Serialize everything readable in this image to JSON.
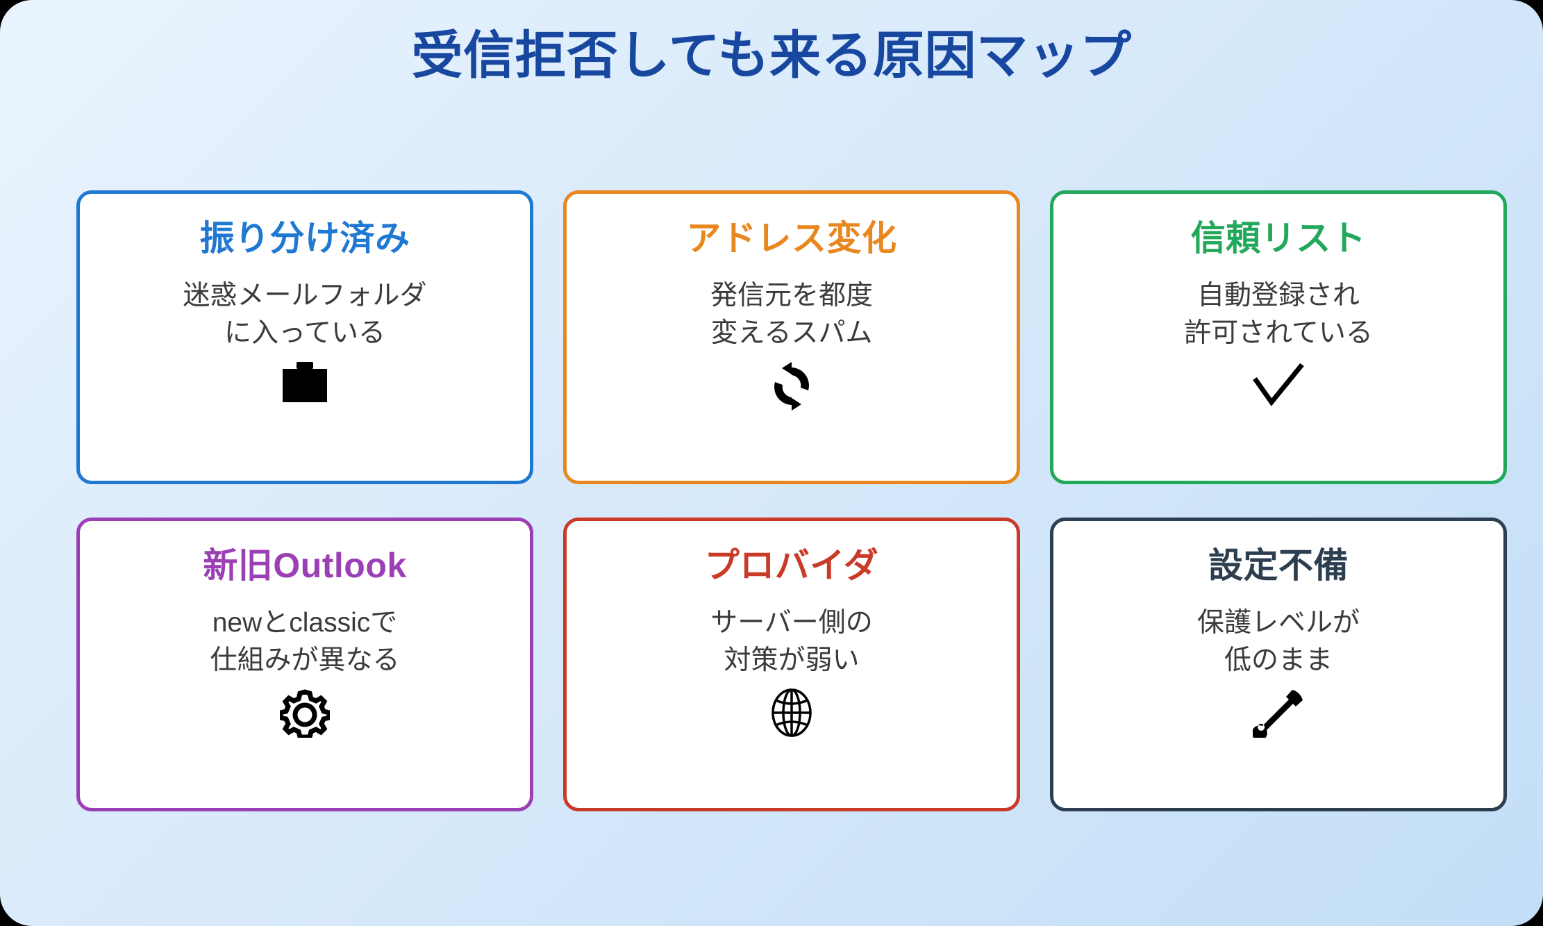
{
  "page": {
    "title": "受信拒否しても来る原因マップ",
    "title_color": "#17479e",
    "background_gradient_from": "#e9f3fd",
    "background_gradient_to": "#c3def7",
    "body_text_color": "#3b3b3b",
    "card_background": "#ffffff"
  },
  "cards": [
    {
      "title": "振り分け済み",
      "desc": "迷惑メールフォルダ\nに入っている",
      "icon": "briefcase-icon",
      "icon_glyph": "💼",
      "color": "#1f78d1"
    },
    {
      "title": "アドレス変化",
      "desc": "発信元を都度\n変えるスパム",
      "icon": "refresh-cycle-icon",
      "icon_glyph": "🔄",
      "color": "#e8871e"
    },
    {
      "title": "信頼リスト",
      "desc": "自動登録され\n許可されている",
      "icon": "check-mark-icon",
      "icon_glyph": "✓",
      "color": "#22a85a"
    },
    {
      "title": "新旧Outlook",
      "desc": "newとclassicで\n仕組みが異なる",
      "icon": "gear-icon",
      "icon_glyph": "⚙",
      "color": "#9b3fb5"
    },
    {
      "title": "プロバイダ",
      "desc": "サーバー側の\n対策が弱い",
      "icon": "globe-icon",
      "icon_glyph": "🌐",
      "color": "#c93a28"
    },
    {
      "title": "設定不備",
      "desc": "保護レベルが\n低のまま",
      "icon": "wrench-icon",
      "icon_glyph": "🔧",
      "color": "#2d3e50"
    }
  ]
}
